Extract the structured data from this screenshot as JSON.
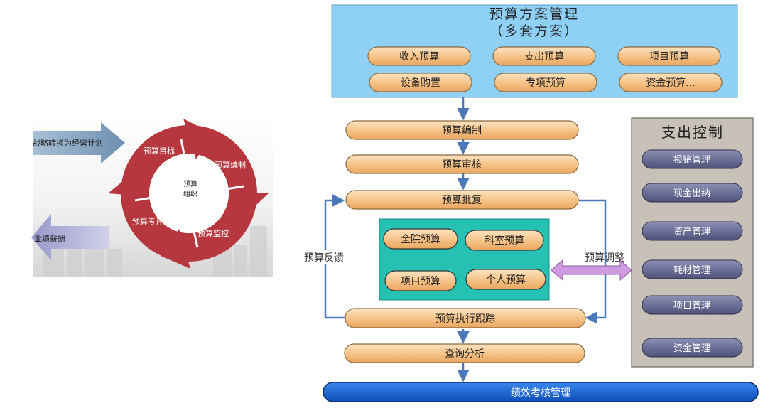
{
  "left_cycle": {
    "center_label_line1": "预算",
    "center_label_line2": "组织",
    "segments": [
      "预算目标",
      "预算编制",
      "预算监控",
      "预算考评"
    ],
    "arrow_in_label": "战略转换为经营计划",
    "arrow_out_label": "业绩薪酬"
  },
  "plan_panel": {
    "title": "预算方案管理",
    "subtitle": "（多套方案）",
    "items": [
      "收入预算",
      "支出预算",
      "项目预算",
      "设备购置",
      "专项预算",
      "资金预算..."
    ]
  },
  "flow": {
    "steps": [
      "预算编制",
      "预算审核",
      "预算批复",
      "预算执行跟踪",
      "查询分析"
    ],
    "bottom_bar": "绩效考核管理",
    "feedback_label": "预算反馈",
    "adjust_label": "预算调整"
  },
  "core_box": {
    "items": [
      "全院预算",
      "科室预算",
      "项目预算",
      "个人预算"
    ]
  },
  "control_panel": {
    "title": "支出控制",
    "items": [
      "报销管理",
      "现金出纳",
      "资产管理",
      "耗材管理",
      "项目管理",
      "资金管理"
    ]
  },
  "colors": {
    "plan_panel_bg": "#8fd0f5",
    "pill_orange": "#f7c58a",
    "core_box_bg": "#25c2b4",
    "control_panel_bg": "#c7c1b7",
    "control_pill": "#6c6f96",
    "cycle_red": "#b6373e",
    "bottom_bar": "#1a67d8",
    "adjust_arrow": "#cf9ae0",
    "connector": "#4a78b8"
  }
}
